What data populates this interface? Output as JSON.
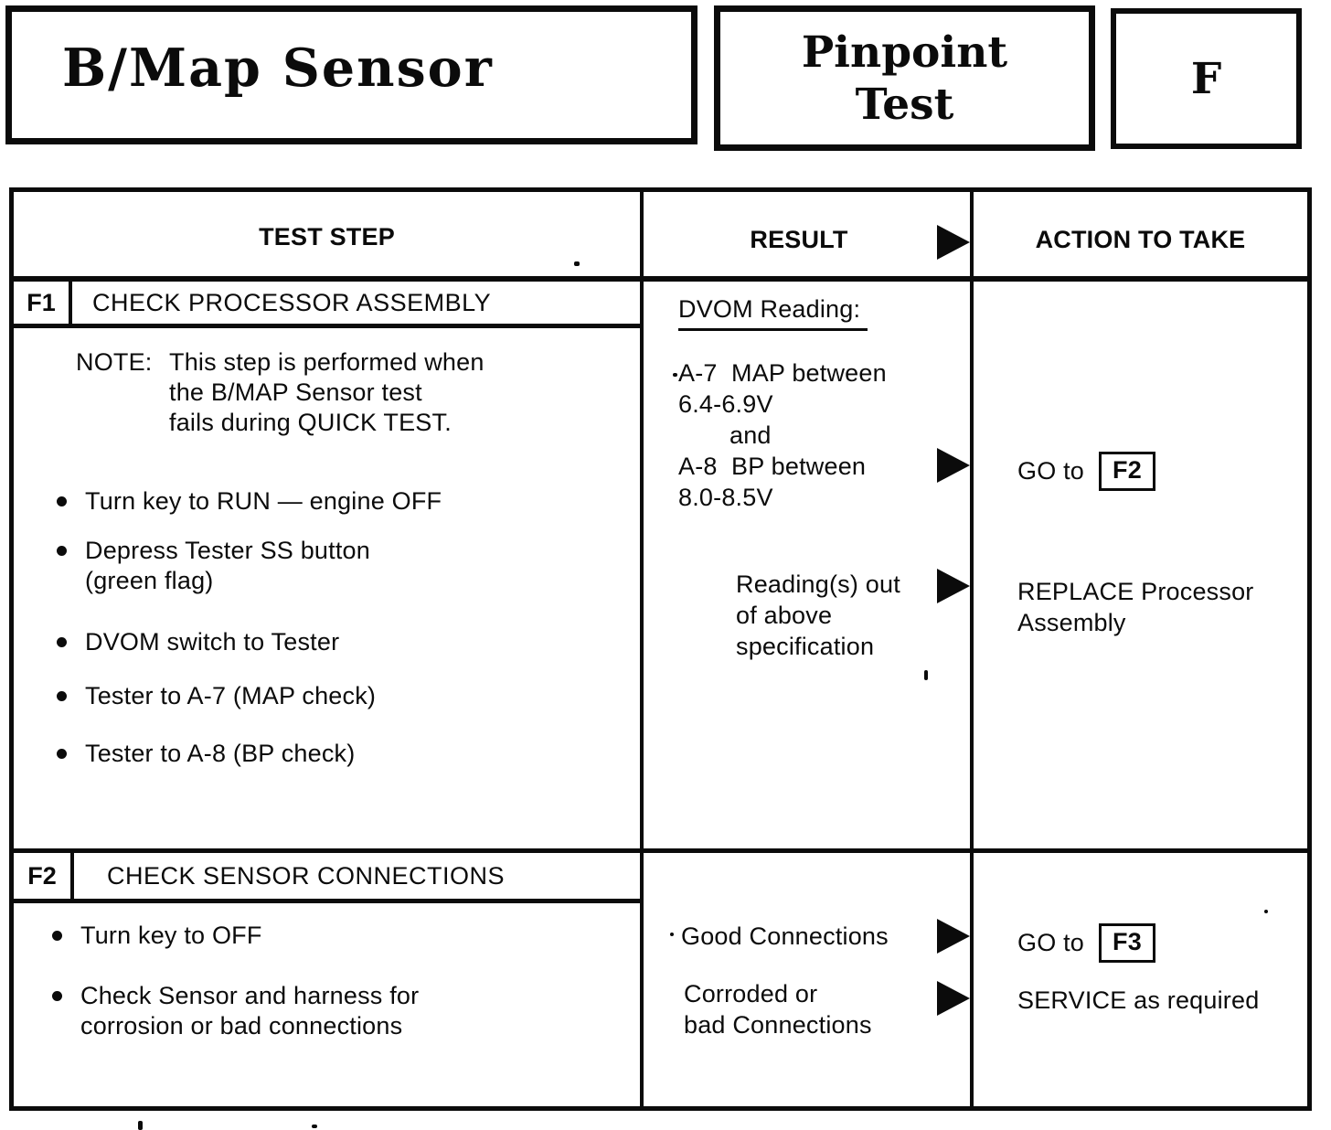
{
  "header": {
    "sensor_title": "B/Map Sensor",
    "pinpoint_line1": "Pinpoint",
    "pinpoint_line2": "Test",
    "test_letter": "F"
  },
  "columns": {
    "test_step": "TEST STEP",
    "result": "RESULT",
    "action": "ACTION TO TAKE"
  },
  "f1": {
    "id": "F1",
    "title": "CHECK PROCESSOR ASSEMBLY",
    "note_label": "NOTE:",
    "note_line1": "This step is performed when",
    "note_line2": "the B/MAP Sensor test",
    "note_line3": "fails during QUICK TEST.",
    "bullet1": "Turn key to RUN — engine OFF",
    "bullet2_line1": "Depress Tester SS button",
    "bullet2_line2": "(green flag)",
    "bullet3": "DVOM switch to Tester",
    "bullet4": "Tester to A-7 (MAP check)",
    "bullet5": "Tester to A-8 (BP check)",
    "result_heading": "DVOM Reading:",
    "result1_line1": "A-7  MAP between",
    "result1_line2": "6.4-6.9V",
    "result1_line3": "and",
    "result1_line4": "A-8  BP between",
    "result1_line5": "8.0-8.5V",
    "action1_prefix": "GO to",
    "action1_ref": "F2",
    "result2_line1": "Reading(s) out",
    "result2_line2": "of above",
    "result2_line3": "specification",
    "action2_line1": "REPLACE Processor",
    "action2_line2": "Assembly"
  },
  "f2": {
    "id": "F2",
    "title": "CHECK SENSOR CONNECTIONS",
    "bullet1": "Turn key to OFF",
    "bullet2_line1": "Check Sensor and harness for",
    "bullet2_line2": "corrosion or bad connections",
    "result1": "Good Connections",
    "action1_prefix": "GO to",
    "action1_ref": "F3",
    "result2_line1": "Corroded or",
    "result2_line2": "bad Connections",
    "action2": "SERVICE as required"
  },
  "colors": {
    "ink": "#0b0b0b",
    "paper": "#ffffff"
  }
}
